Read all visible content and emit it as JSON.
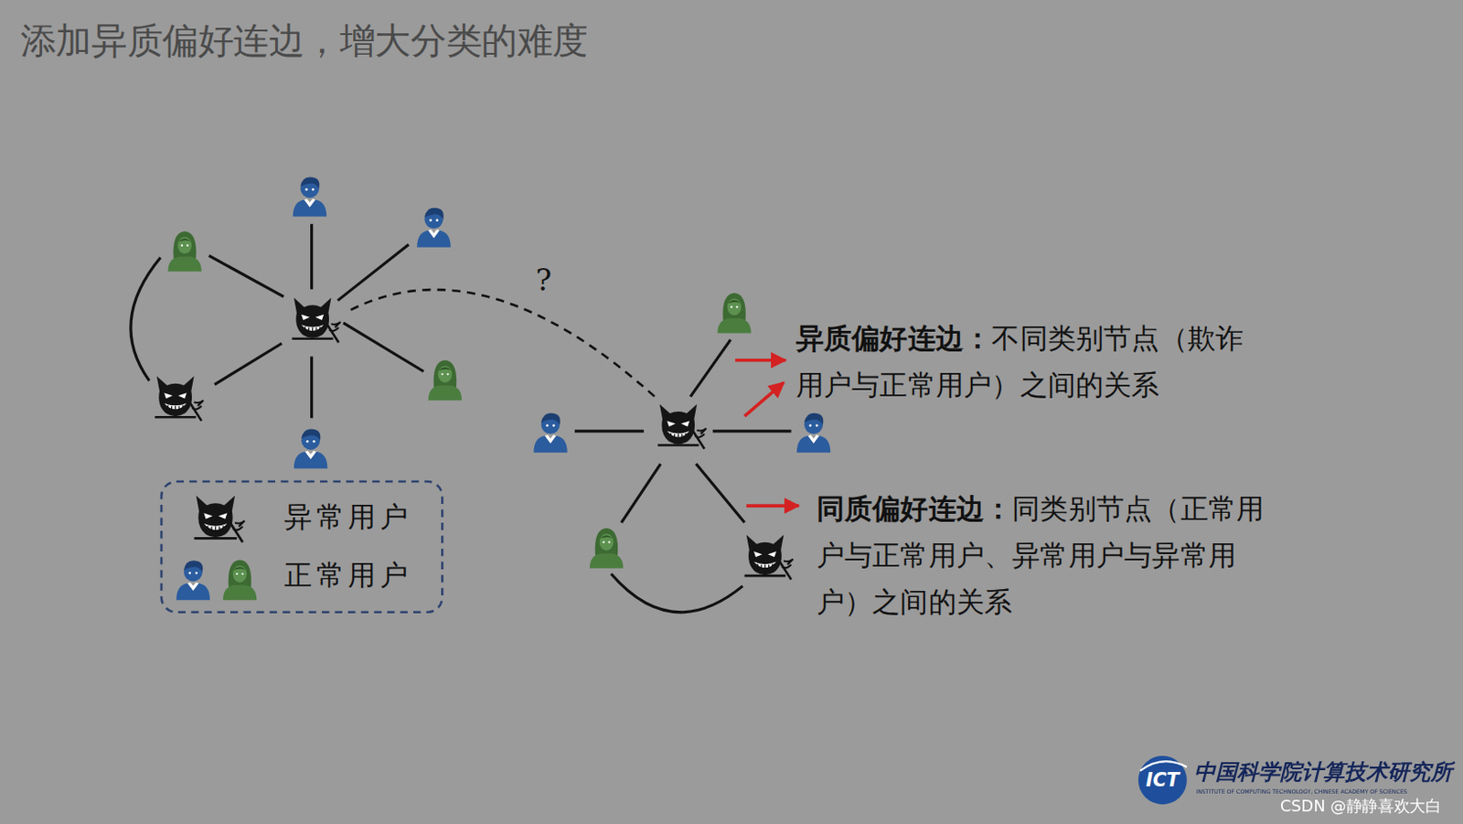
{
  "diagram": {
    "title": "添加异质偏好连边，增大分类的难度",
    "labels": [
      "?",
      "异质偏好连边：",
      "不同类别节点（欺诈用户与正常用户）之间的关系",
      "同质偏好连边：",
      "同类别节点（正常用户与正常用户、异常用户与异常用户）之间的关系",
      "ICT",
      "中国科学院计算技术研究所",
      "INSTITUTE OF COMPUTING TECHNOLOGY, CHINESE ACADEMY OF SCIENCES",
      "CSDN @静静喜欢大白"
    ],
    "legend": [
      {
        "text": "异常用户"
      },
      {
        "text": "正常用户"
      }
    ]
  }
}
